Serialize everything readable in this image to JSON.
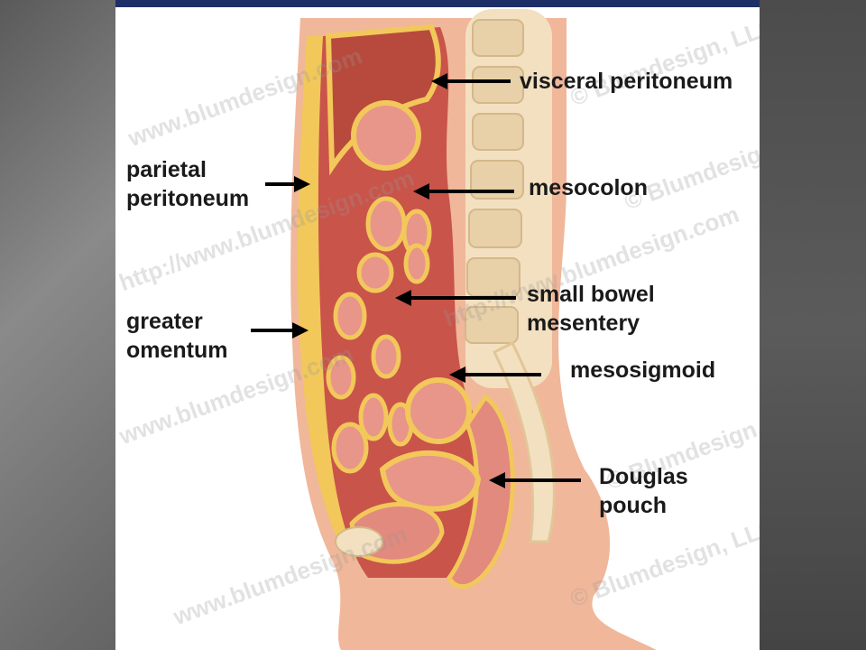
{
  "labels": {
    "visceral_peritoneum": "visceral peritoneum",
    "parietal_peritoneum_line1": "parietal",
    "parietal_peritoneum_line2": "peritoneum",
    "mesocolon": "mesocolon",
    "small_bowel_mesentery_line1": "small bowel",
    "small_bowel_mesentery_line2": "mesentery",
    "greater_omentum_line1": "greater",
    "greater_omentum_line2": "omentum",
    "mesosigmoid": "mesosigmoid",
    "douglas_pouch_line1": "Douglas",
    "douglas_pouch_line2": "pouch"
  },
  "watermarks": [
    "www.blumdesign.com",
    "© Blumdesign, LLC",
    "http://www.blumdesign.com",
    "© Blumdesign, LLC",
    "www.blumdesign.com",
    "© Blumdesign, LLC",
    "http://www.blumdesign.com",
    "www.blumdesign.com",
    "© Blumdesign, LLC"
  ],
  "colors": {
    "slide_background": "#ffffff",
    "top_bar": "#1d2f66",
    "fat_yellow": "#f2c85a",
    "tissue_red": "#c9544a",
    "bowel_pink": "#e8958a",
    "skin": "#f0b79a",
    "spine": "#f3e0c0",
    "label_text": "#1a1a1a"
  }
}
